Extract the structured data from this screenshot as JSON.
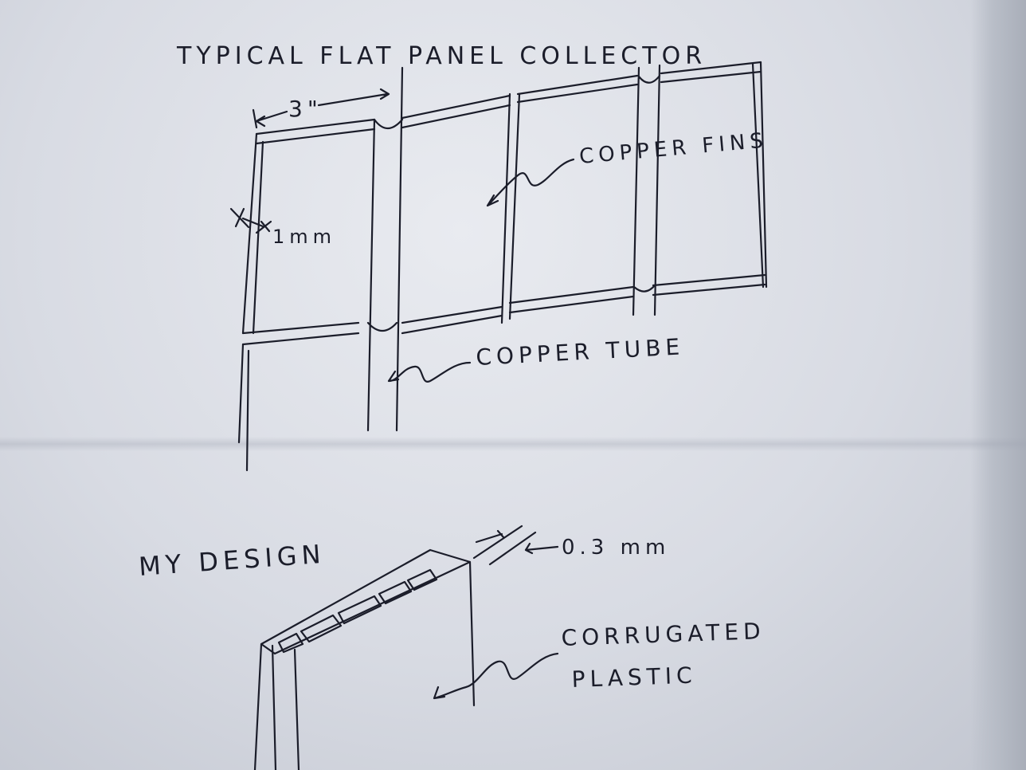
{
  "diagram": {
    "top_title": "TYPICAL   FLAT   PANEL   COLLECTOR",
    "dimension_width": "3\"",
    "dimension_thickness": "1mm",
    "label_fins": "COPPER FINS",
    "label_tube": "COPPER TUBE",
    "bottom_title": "MY DESIGN",
    "dimension_sheet": "0.3 mm",
    "label_plastic_line1": "CORRUGATED",
    "label_plastic_line2": "PLASTIC"
  }
}
